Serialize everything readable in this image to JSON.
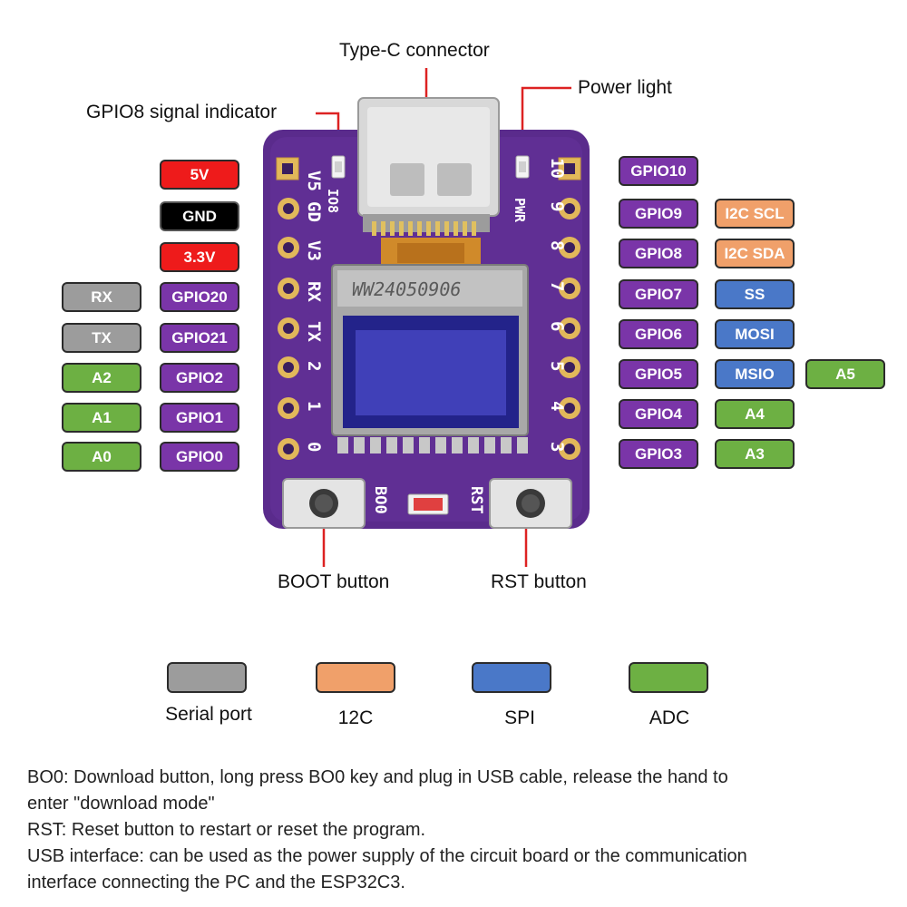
{
  "callouts": {
    "type_c": "Type-C connector",
    "power_light": "Power light",
    "gpio8_indicator": "GPIO8 signal indicator",
    "boot_button": "BOOT button",
    "rst_button": "RST button"
  },
  "board_silk": {
    "left_pins": [
      "V5",
      "GD",
      "V3",
      "RX",
      "TX",
      "2",
      "1",
      "0"
    ],
    "right_pins": [
      "10",
      "9",
      "8",
      "7",
      "6",
      "5",
      "4",
      "3"
    ],
    "io8": "IO8",
    "pwr": "PWR",
    "boo": "BO0",
    "rst": "RST",
    "oled_code": "WW24050906"
  },
  "left_tags": {
    "power": [
      "5V",
      "GND",
      "3.3V"
    ],
    "gpio": [
      "GPIO20",
      "GPIO21",
      "GPIO2",
      "GPIO1",
      "GPIO0"
    ],
    "func": [
      "RX",
      "TX",
      "A2",
      "A1",
      "A0"
    ]
  },
  "right_tags": {
    "gpio": [
      "GPIO10",
      "GPIO9",
      "GPIO8",
      "GPIO7",
      "GPIO6",
      "GPIO5",
      "GPIO4",
      "GPIO3"
    ],
    "func": [
      "I2C SCL",
      "I2C SDA",
      "SS",
      "MOSI",
      "MSIO",
      "A4",
      "A3"
    ],
    "extra": "A5"
  },
  "colors": {
    "gpio": "#7a35a8",
    "power_5v": "#ee1b1b",
    "gnd": "#000000",
    "serial": "#9c9c9c",
    "i2c": "#f0a06a",
    "spi": "#4a78c8",
    "adc": "#6db043",
    "board": "#5a2b8c"
  },
  "legend": [
    "Serial port",
    "12C",
    "SPI",
    "ADC"
  ],
  "notes": [
    "BO0: Download button, long press BO0 key and plug in USB cable, release the hand to",
    "enter \"download mode\"",
    "RST: Reset button to restart or reset the program.",
    "USB interface: can be used as the power supply of the circuit board or the communication",
    "interface connecting the PC and the ESP32C3."
  ]
}
